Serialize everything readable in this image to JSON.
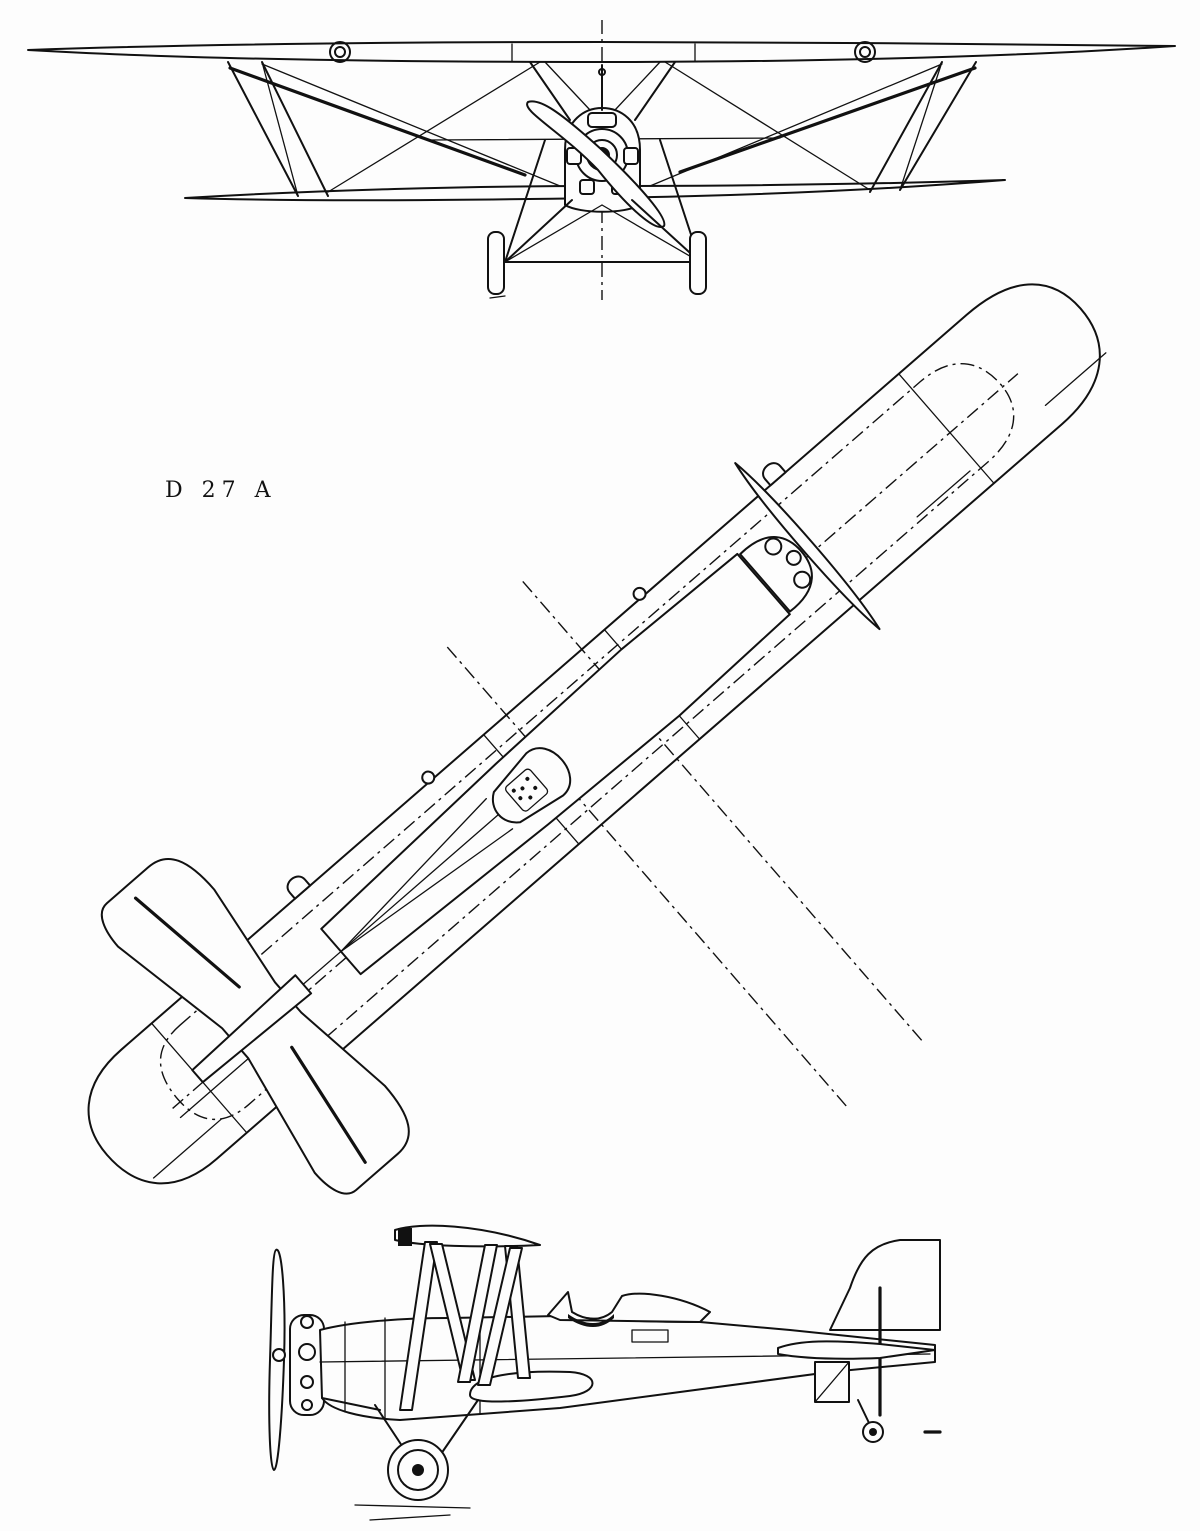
{
  "drawing": {
    "designation": "D 27 A",
    "views": [
      "front-view",
      "top-view",
      "side-view"
    ]
  }
}
